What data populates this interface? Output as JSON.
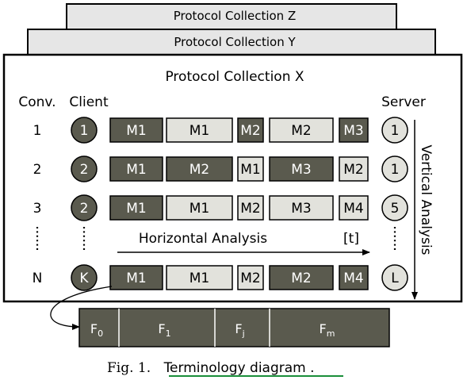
{
  "colors": {
    "dark": "#5a5a4e",
    "light": "#e2e2dc",
    "stack_bg": "#e6e6e6",
    "stroke": "#000000",
    "caption_underline": "#1a8f3a"
  },
  "stack": [
    {
      "label": "Protocol Collection Z"
    },
    {
      "label": "Protocol Collection Y"
    },
    {
      "label": "Protocol Collection X"
    }
  ],
  "headers": {
    "conv": "Conv.",
    "client": "Client",
    "server": "Server"
  },
  "rows": [
    {
      "conv": "1",
      "client": "1",
      "server": "1",
      "messages": [
        {
          "label": "M1",
          "shade": "dark"
        },
        {
          "label": "M1",
          "shade": "light"
        },
        {
          "label": "M2",
          "shade": "dark"
        },
        {
          "label": "M2",
          "shade": "light"
        },
        {
          "label": "M3",
          "shade": "dark"
        }
      ]
    },
    {
      "conv": "2",
      "client": "2",
      "server": "1",
      "messages": [
        {
          "label": "M1",
          "shade": "dark"
        },
        {
          "label": "M2",
          "shade": "dark"
        },
        {
          "label": "M1",
          "shade": "light"
        },
        {
          "label": "M3",
          "shade": "dark"
        },
        {
          "label": "M2",
          "shade": "light"
        }
      ]
    },
    {
      "conv": "3",
      "client": "2",
      "server": "5",
      "messages": [
        {
          "label": "M1",
          "shade": "dark"
        },
        {
          "label": "M1",
          "shade": "light"
        },
        {
          "label": "M2",
          "shade": "light"
        },
        {
          "label": "M3",
          "shade": "light"
        },
        {
          "label": "M4",
          "shade": "light"
        }
      ]
    },
    {
      "conv": "N",
      "client": "K",
      "server": "L",
      "messages": [
        {
          "label": "M1",
          "shade": "dark"
        },
        {
          "label": "M1",
          "shade": "light"
        },
        {
          "label": "M2",
          "shade": "light"
        },
        {
          "label": "M2",
          "shade": "dark"
        },
        {
          "label": "M4",
          "shade": "dark"
        }
      ]
    }
  ],
  "horizontal_analysis": "Horizontal Analysis",
  "time_label": "[t]",
  "vertical_analysis": "Vertical Analysis",
  "fields": [
    {
      "base": "F",
      "sub": "0"
    },
    {
      "base": "F",
      "sub": "1"
    },
    {
      "base": "F",
      "sub": "j"
    },
    {
      "base": "F",
      "sub": "m"
    }
  ],
  "caption": {
    "prefix": "Fig. 1.",
    "text": "Terminology diagram",
    "suffix": "."
  }
}
